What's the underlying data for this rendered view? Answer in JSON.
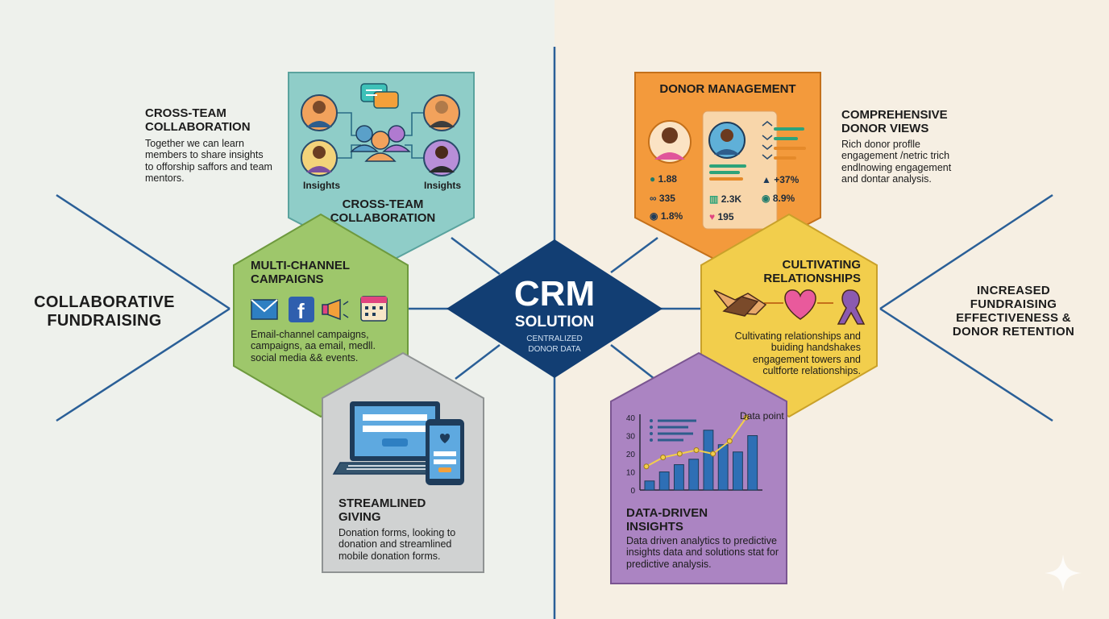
{
  "left_title": "COLLABORATIVE FUNDRAISING",
  "right_title": "INCREASED FUNDRAISING EFFECTIVENESS & DONOR RETENTION",
  "center": {
    "title": "CRM",
    "subtitle": "SOLUTION",
    "caption": "CENTRALIZED DONOR DATA"
  },
  "side_notes": {
    "left": {
      "title": "CROSS-TEAM COLLABORATION",
      "body": "Together we can learn members to share insights to offorship saffors and team mentors."
    },
    "right": {
      "title": "COMPREHENSIVE DONOR VIEWS",
      "body": "Rich donor proflle engagement /netric trich endlnowing engagement and dontar analysis."
    }
  },
  "panels": {
    "cross_team": {
      "title": "CROSS-TEAM COLLABORATION",
      "label_left": "Insights",
      "label_right": "Insights",
      "color": "#8fcdc8"
    },
    "multi_channel": {
      "title": "MULTI-CHANNEL CAMPAIGNS",
      "body": "Email-channel campaigns, campaigns, aa email, medll. social media && events.",
      "color": "#9ec76b"
    },
    "streamlined": {
      "title": "STREAMLINED GIVING",
      "body": "Donation forms, looking to donation and streamlined mobile donation forms.",
      "color": "#d0d2d2"
    },
    "donor_mgmt": {
      "title": "DONOR MANAGEMENT",
      "color": "#f39a3c",
      "stats": [
        {
          "icon": "person-icon",
          "value": "1.88"
        },
        {
          "icon": "link-icon",
          "value": "335"
        },
        {
          "icon": "group-icon",
          "value": "1.8%"
        },
        {
          "icon": "bars-icon",
          "value": "2.3K"
        },
        {
          "icon": "heart-icon",
          "value": "195"
        },
        {
          "icon": "growth-icon",
          "value": "+37%"
        },
        {
          "icon": "globe-icon",
          "value": "8.9%"
        }
      ]
    },
    "cultivating": {
      "title": "CULTIVATING RELATIONSHIPS",
      "body": "Cultivating relationships and buiding handshakes engagement towers and cultforte relationships.",
      "color": "#f2ce4c"
    },
    "data_driven": {
      "title": "DATA-DRIVEN INSIGHTS",
      "body": "Data driven analytics to predictive insights data and solutions stat for predictive analysis.",
      "color": "#ab84c2"
    }
  },
  "chart_data": {
    "type": "bar",
    "title": "",
    "xlabel": "",
    "ylabel": "",
    "ylim": [
      0,
      40
    ],
    "yticks": [
      "0",
      "10",
      "20",
      "30",
      "40"
    ],
    "annotation": "Data point",
    "values": [
      5,
      10,
      14,
      17,
      33,
      25,
      21,
      30
    ],
    "line": [
      13,
      18,
      20,
      22,
      20,
      27,
      40
    ]
  }
}
